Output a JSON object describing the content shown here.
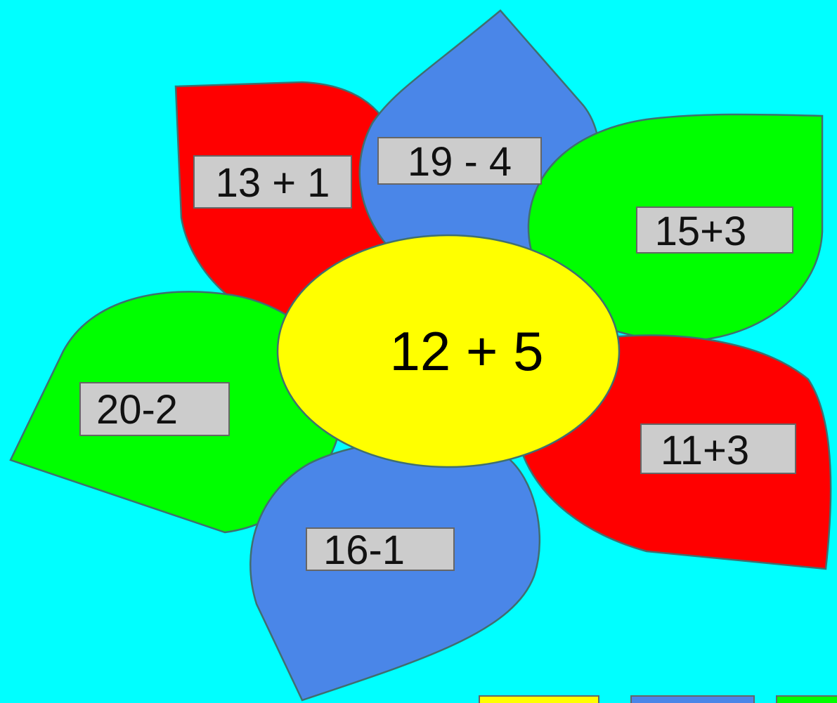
{
  "puzzle": {
    "center_label": "12 + 5",
    "petal_labels": {
      "red_top_left": "13 + 1",
      "blue_top": "19 - 4",
      "green_right": "15+3",
      "green_left": "20-2",
      "red_bottom_right": "11+3",
      "blue_bottom": "16-1"
    }
  },
  "colors": {
    "background": "#00ffff",
    "red": "#ff0000",
    "blue": "#4a86e8",
    "green": "#00ff00",
    "yellow": "#ffff00",
    "label_box": "#cccccc"
  },
  "answer_swatches": [
    "yellow",
    "blue",
    "green"
  ]
}
